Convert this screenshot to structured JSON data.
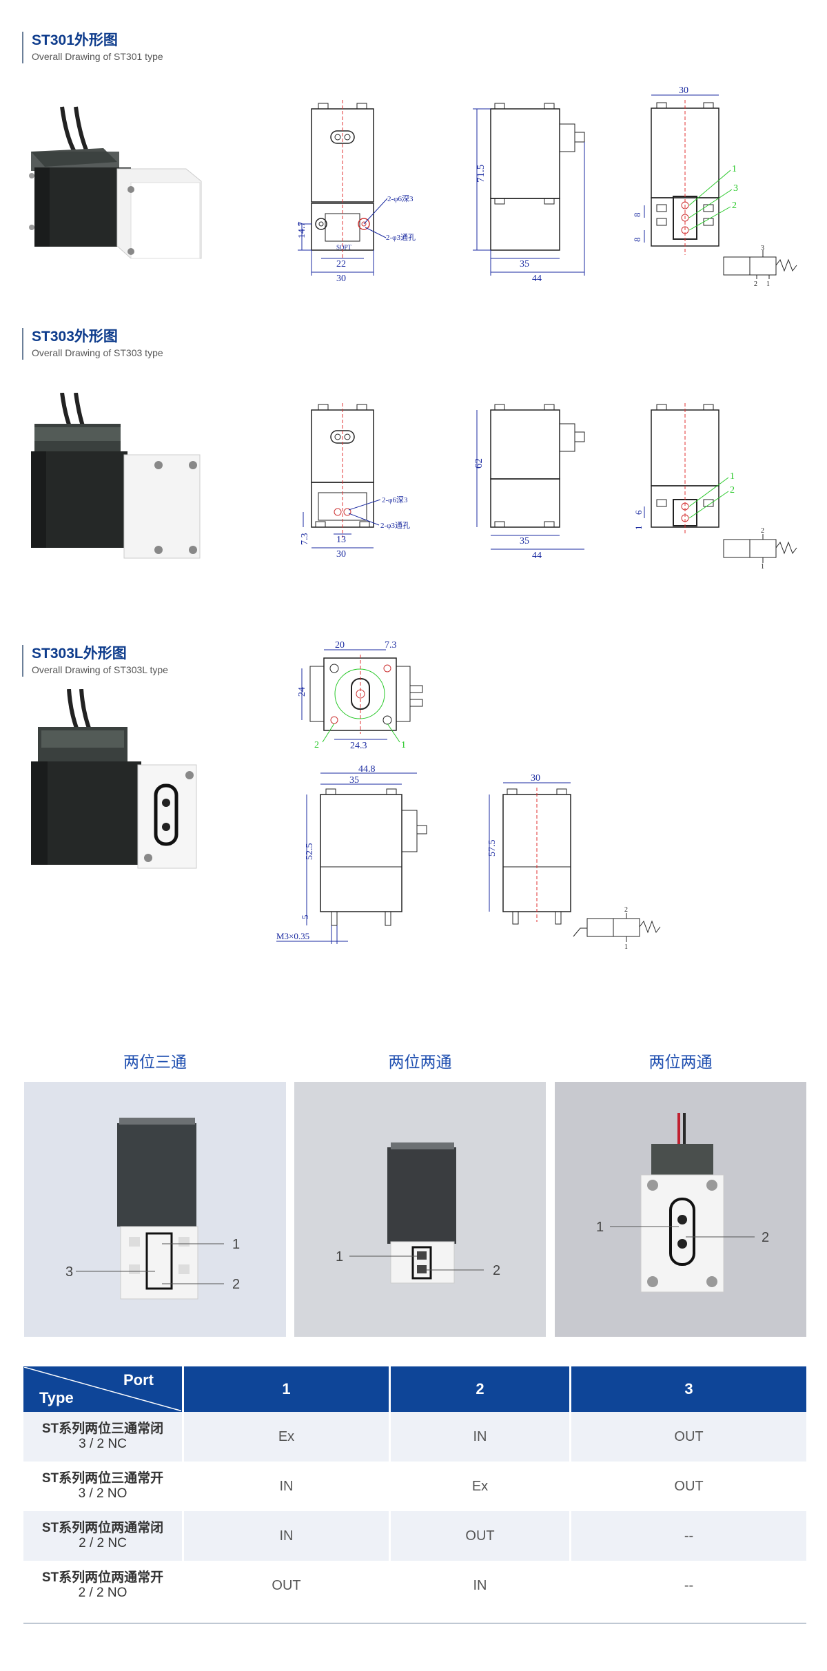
{
  "sections": [
    {
      "title": "ST301外形图",
      "subtitle": "Overall Drawing of ST301 type"
    },
    {
      "title": "ST303外形图",
      "subtitle": "Overall Drawing of ST303 type"
    },
    {
      "title": "ST303L外形图",
      "subtitle": "Overall Drawing of ST303L type"
    }
  ],
  "st301": {
    "front": {
      "d1": "2-φ6深3",
      "d2": "2-φ3通孔",
      "h": "14.7",
      "w1": "22",
      "w2": "30",
      "tag": "SOPT"
    },
    "side": {
      "h": "71.5",
      "w1": "35",
      "w2": "44"
    },
    "port": {
      "w": "30",
      "p1": "1",
      "p3": "3",
      "p2": "2",
      "s1": "8",
      "s2": "8"
    },
    "symbol": {
      "top": "3",
      "bl": "2",
      "br": "1"
    }
  },
  "st303": {
    "front": {
      "d1": "2-φ6深3",
      "d2": "2-φ3通孔",
      "h": "7.3",
      "w1": "13",
      "w2": "30"
    },
    "side": {
      "h": "62",
      "w1": "35",
      "w2": "44"
    },
    "port": {
      "p1": "1",
      "p2": "2",
      "s1": "6",
      "s2": "1"
    },
    "symbol": {
      "top": "2",
      "bottom": "1"
    }
  },
  "st303l": {
    "top": {
      "w1": "20",
      "w2": "7.3",
      "h": "24",
      "w3": "24.3",
      "p2": "2",
      "p1": "1"
    },
    "side": {
      "w1": "44.8",
      "w2": "35",
      "h1": "52.5",
      "h2": "5",
      "thread": "M3×0.35"
    },
    "front": {
      "w": "30",
      "h": "57.5"
    },
    "symbol": {
      "top": "2",
      "bottom": "1"
    }
  },
  "groups": [
    {
      "title": "两位三通",
      "labels": [
        "1",
        "3",
        "2"
      ]
    },
    {
      "title": "两位两通",
      "labels": [
        "1",
        "2"
      ]
    },
    {
      "title": "两位两通",
      "labels": [
        "1",
        "2"
      ]
    }
  ],
  "table": {
    "corner_port": "Port",
    "corner_type": "Type",
    "headers": [
      "1",
      "2",
      "3"
    ],
    "rows": [
      {
        "name": "ST系列两位三通常闭",
        "code": "3 / 2 NC",
        "cells": [
          "Ex",
          "IN",
          "OUT"
        ]
      },
      {
        "name": "ST系列两位三通常开",
        "code": "3 / 2 NO",
        "cells": [
          "IN",
          "Ex",
          "OUT"
        ]
      },
      {
        "name": "ST系列两位两通常闭",
        "code": "2 / 2 NC",
        "cells": [
          "IN",
          "OUT",
          "--"
        ]
      },
      {
        "name": "ST系列两位两通常开",
        "code": "2 / 2 NO",
        "cells": [
          "OUT",
          "IN",
          "--"
        ]
      }
    ]
  },
  "colors": {
    "brand": "#0e4598",
    "title": "#0e3c8c",
    "dim": "#1a2aa0",
    "port_line": "#28c828",
    "center": "#e03030"
  }
}
